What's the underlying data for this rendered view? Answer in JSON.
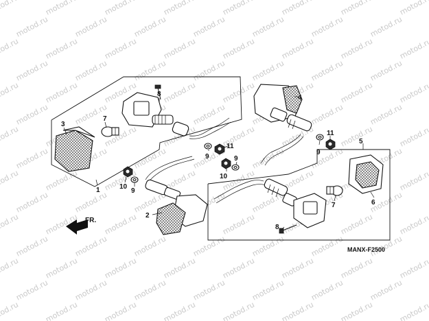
{
  "watermark": "motod.ru",
  "diagram_code": "MANX-F2500",
  "direction_label": "FR.",
  "callouts": [
    "1",
    "2",
    "3",
    "4",
    "5",
    "6",
    "7",
    "7",
    "8",
    "8",
    "9",
    "9",
    "9",
    "9",
    "10",
    "10",
    "11",
    "11"
  ]
}
